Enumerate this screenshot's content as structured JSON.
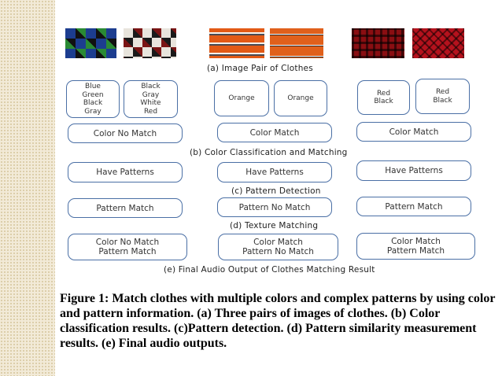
{
  "row_a": {
    "swatches": [
      "blue-green-argyle-swatch",
      "black-gray-argyle-swatch",
      "orange-stripe-swatch",
      "orange-stripe-swatch",
      "red-plaid-swatch",
      "red-plaid-swatch"
    ],
    "caption": "(a) Image Pair of Clothes"
  },
  "row_b": {
    "colors": [
      [
        "Blue",
        "Green",
        "Black",
        "Gray"
      ],
      [
        "Black",
        "Gray",
        "White",
        "Red"
      ],
      [
        "Orange"
      ],
      [
        "Orange"
      ],
      [
        "Red",
        "Black"
      ],
      [
        "Red",
        "Black"
      ]
    ],
    "results": [
      "Color No Match",
      "Color Match",
      "Color Match"
    ],
    "caption": "(b) Color Classification and Matching"
  },
  "row_c": {
    "results": [
      "Have Patterns",
      "Have Patterns",
      "Have Patterns"
    ],
    "caption": "(c) Pattern Detection"
  },
  "row_d": {
    "results": [
      "Pattern Match",
      "Pattern No Match",
      "Pattern Match"
    ],
    "caption": "(d) Texture Matching"
  },
  "row_e": {
    "results": [
      [
        "Color No Match",
        "Pattern Match"
      ],
      [
        "Color Match",
        "Pattern No Match"
      ],
      [
        "Color Match",
        "Pattern Match"
      ]
    ],
    "caption": "(e) Final Audio Output of Clothes Matching Result"
  },
  "figure_caption": "Figure 1: Match clothes with multiple colors and complex patterns by using color and pattern information. (a) Three pairs of images of clothes. (b) Color classification results. (c)Pattern detection. (d) Pattern similarity measurement results. (e) Final audio outputs.",
  "colors": {
    "box_border": "#4a6fa5",
    "strip": "#f2ead7"
  }
}
